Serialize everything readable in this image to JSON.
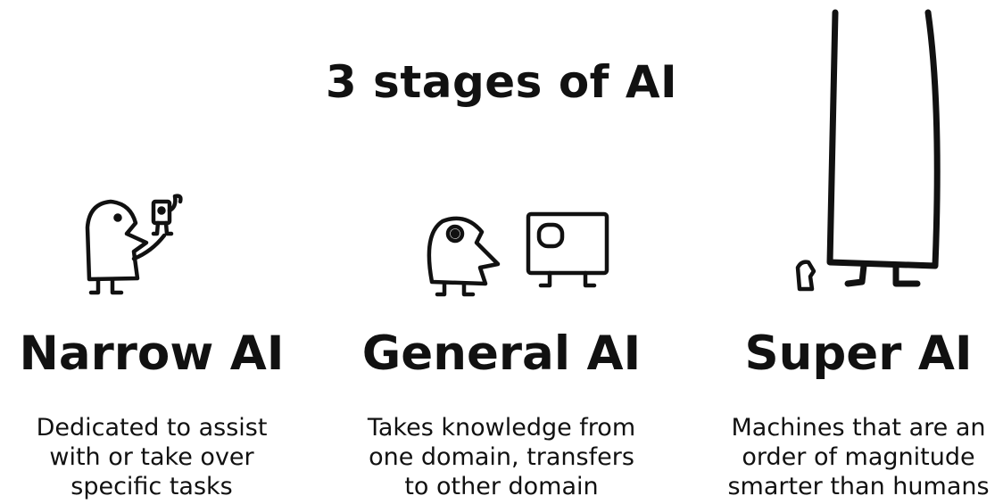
{
  "title": "3 stages of AI",
  "stages": [
    {
      "name": "Narrow AI",
      "description": "Dedicated to assist\nwith or take over\nspecific tasks",
      "icon": "human-with-small-robot-icon"
    },
    {
      "name": "General AI",
      "description": "Takes knowledge from\none domain, transfers\nto other domain",
      "icon": "human-and-equal-robot-icon"
    },
    {
      "name": "Super AI",
      "description": "Machines that are an\norder of magnitude\nsmarter than humans",
      "icon": "tiny-human-and-giant-robot-icon"
    }
  ],
  "colors": {
    "ink": "#111111",
    "background": "#ffffff"
  }
}
